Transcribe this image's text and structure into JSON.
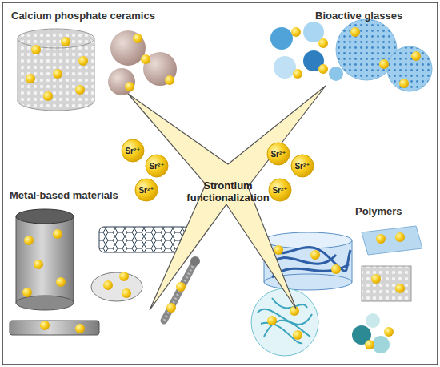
{
  "diagram": {
    "nodes": [
      {
        "text": [
          "Strontium functionalization"
        ]
      },
      {
        "text": [
          "Sr²⁺"
        ]
      },
      {
        "text": [
          "Sr²⁺"
        ]
      },
      {
        "text": [
          "Sr²⁺"
        ]
      },
      {
        "text": [
          "Sr²⁺"
        ]
      },
      {
        "text": [
          "Sr²⁺"
        ]
      },
      {
        "text": [
          "Sr²⁺"
        ]
      }
    ],
    "labels": [
      "Calcium phosphate ceramics",
      "Bioactive glasses",
      "Metal-based materials",
      "Polymers"
    ]
  }
}
